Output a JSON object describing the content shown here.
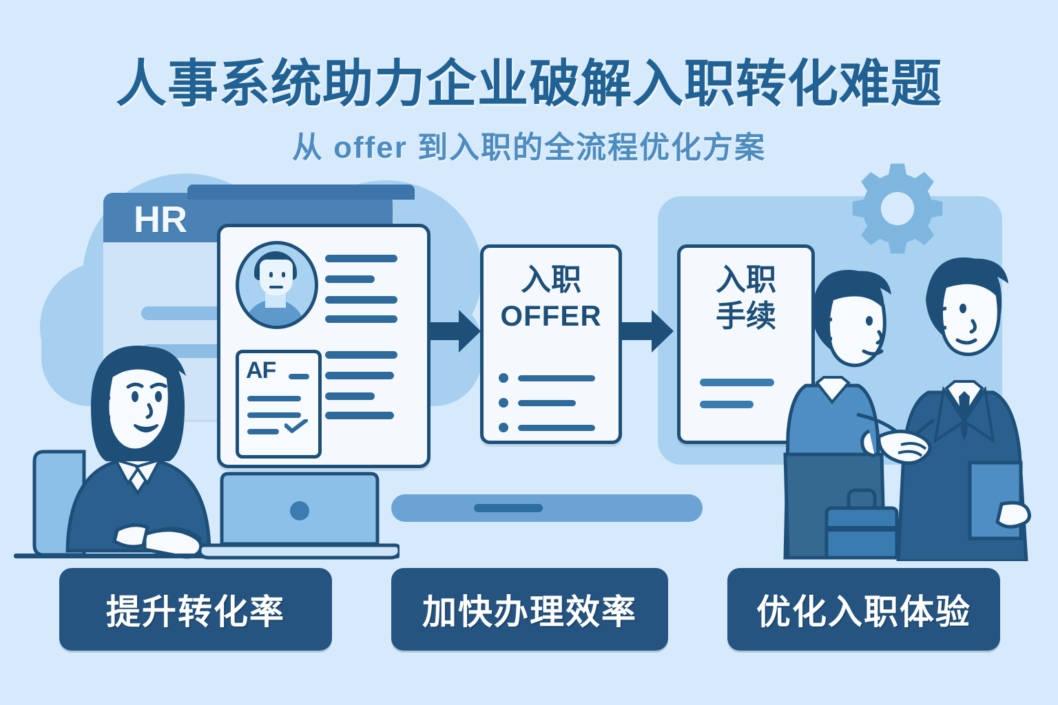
{
  "header": {
    "title": "人事系统助力企业破解入职转化难题",
    "subtitle": "从 offer 到入职的全流程优化方案"
  },
  "colors": {
    "background": "#d6eafb",
    "title_blue": "#216193",
    "subtitle_blue": "#4e8cc0",
    "dark_navy": "#1e4f79",
    "badge_navy": "#255480",
    "mid_blue": "#4a82b6",
    "light_blue": "#a9d2f1",
    "card_white": "#f5f9fd"
  },
  "hr_window": {
    "label": "HR",
    "icon": "hr-system-window",
    "body_lines": 2
  },
  "profile_card": {
    "icon": "employee-profile-card",
    "avatar_icon": "user-avatar-icon",
    "top_lines": 4,
    "bottom_lines": 4,
    "inner_form": {
      "label": "AF",
      "icon": "application-form-icon",
      "lines": 3,
      "check_icon": "checkmark-icon"
    }
  },
  "flow": {
    "arrow_icon": "arrow-right-icon",
    "steps": [
      {
        "id": "offer",
        "title_cn": "入职",
        "title_en": "OFFER",
        "bullets": 3,
        "lines": 0
      },
      {
        "id": "onboarding",
        "title_cn": "入职",
        "title_cn2": "手续",
        "title_en": "",
        "bullets": 0,
        "lines": 2
      }
    ]
  },
  "decorations": {
    "gear_icon": "gear-icon",
    "cloud_icon": "cloud-shape",
    "hr_person_icon": "hr-staff-at-laptop-icon",
    "laptop_icon": "laptop-icon",
    "handshake_icon": "handshake-icon",
    "briefcase_icon": "briefcase-icon",
    "folder_icon": "folder-icon",
    "progress_bar_icon": "progress-bar"
  },
  "badges": [
    {
      "label": "提升转化率"
    },
    {
      "label": "加快办理效率"
    },
    {
      "label": "优化入职体验"
    }
  ]
}
